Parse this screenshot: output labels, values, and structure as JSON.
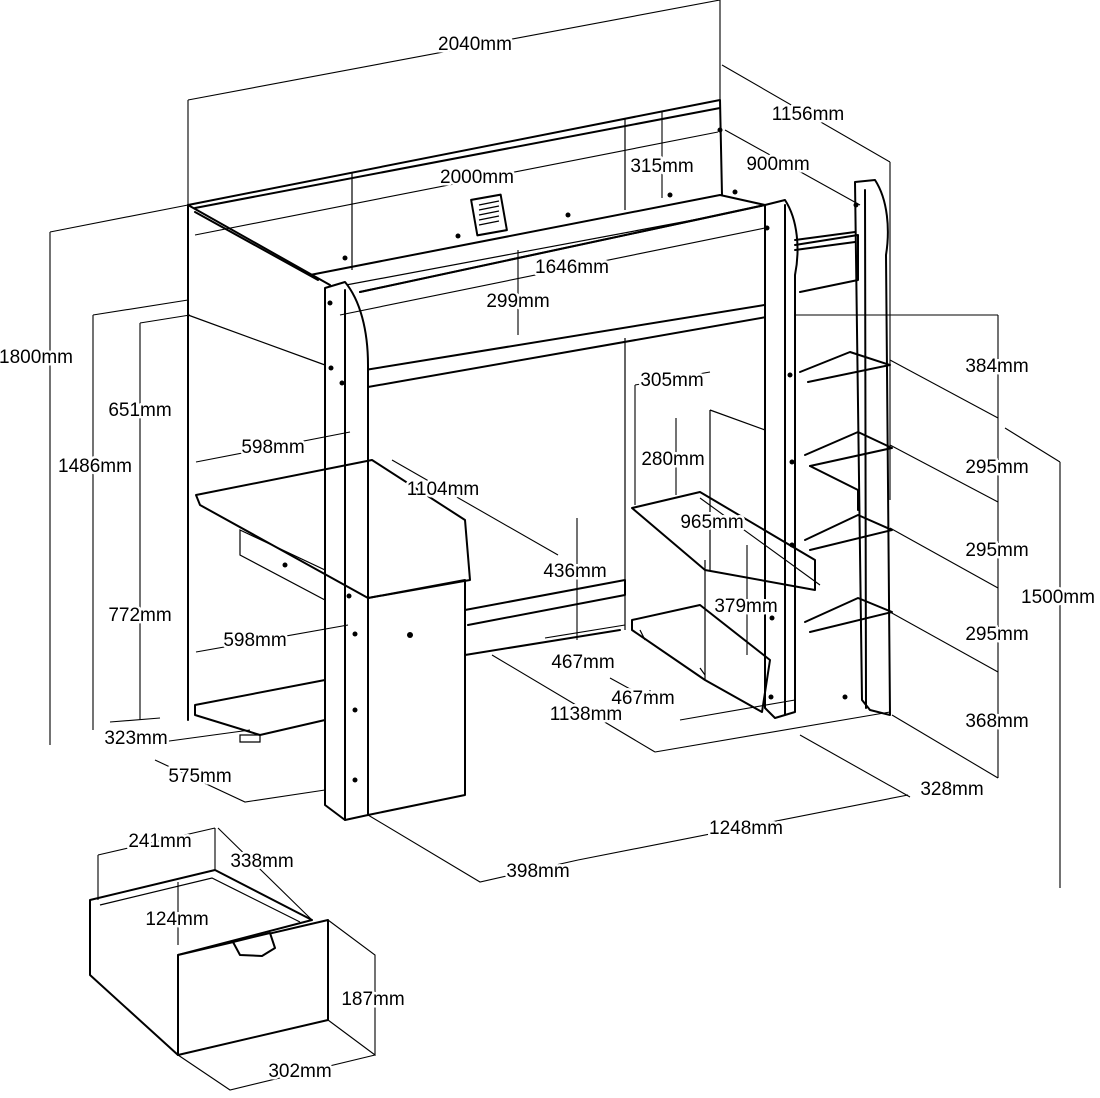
{
  "dimensions": {
    "overall_length": "2040mm",
    "overall_depth": "1156mm",
    "overall_height": "1800mm",
    "mattress_length": "2000mm",
    "mattress_width": "900mm",
    "guard_rail_height": "315mm",
    "front_rail_length": "1646mm",
    "front_rail_height": "299mm",
    "under_bed_clearance": "1486mm",
    "upper_compartment_height": "651mm",
    "desk_height": "772mm",
    "desk_depth": "598mm",
    "bottom_shelf_depth": "598mm",
    "desk_length": "1104mm",
    "base_height": "323mm",
    "base_depth": "575mm",
    "shelf_unit_width": "305mm",
    "shelf_spacing": "280mm",
    "shelf_depth": "965mm",
    "cabinet_height": "436mm",
    "cabinet_width": "467mm",
    "cabinet_depth": "467mm",
    "shelf_clearance": "379mm",
    "cabinet_length": "1138mm",
    "ladder_top_step": "384mm",
    "ladder_step_1": "295mm",
    "ladder_step_2": "295mm",
    "ladder_step_3": "295mm",
    "ladder_bottom_step": "368mm",
    "ladder_height": "1500mm",
    "ladder_depth": "328mm",
    "frame_length": "1248mm",
    "end_depth": "398mm"
  },
  "drawer": {
    "width": "241mm",
    "depth": "338mm",
    "inner_height": "124mm",
    "front_height": "187mm",
    "front_width": "302mm"
  }
}
